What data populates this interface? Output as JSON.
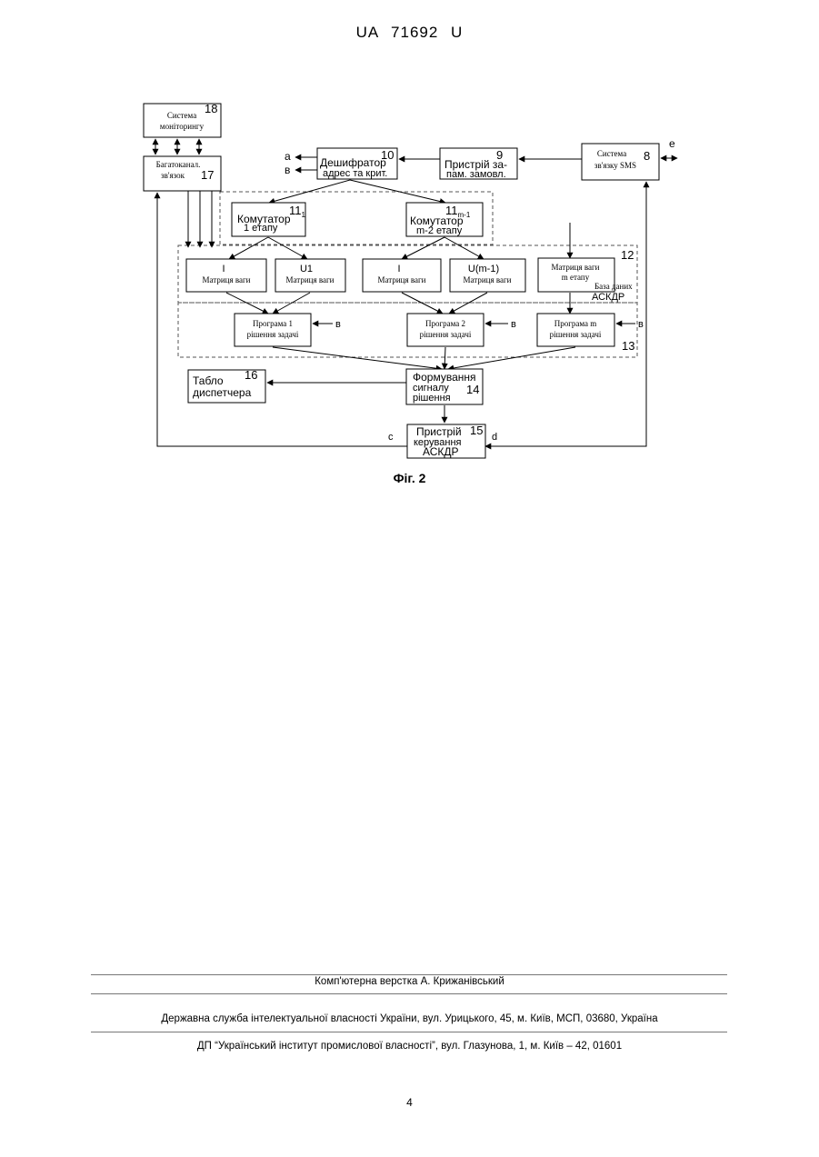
{
  "header": {
    "doc_number": "UA   71692   U"
  },
  "figure": {
    "caption": "Фіг. 2",
    "blocks": {
      "b18": {
        "num": "18",
        "line1": "Система",
        "line2": "моніторингу"
      },
      "b17": {
        "num": "17",
        "line1": "Багатоканал.",
        "line2": "зв'язок"
      },
      "b10": {
        "num": "10",
        "line1": "Дешифратор",
        "line2": "адрес та крит."
      },
      "b9": {
        "num": "9",
        "line1": "Пристрій за-",
        "line2": "пам. замовл."
      },
      "b8": {
        "num": "8",
        "line1": "Система",
        "line2": "зв'язку SMS"
      },
      "b11a": {
        "num": "11",
        "sub": "1",
        "line1": "Комутатор",
        "line2": "1 етапу"
      },
      "b11b": {
        "num": "11",
        "sub": "m-1",
        "line1": "Комутатор",
        "line2": "m-2 етапу"
      },
      "m1": {
        "top": "I",
        "bottom": "Матриця ваги"
      },
      "m2": {
        "top": "U1",
        "bottom": "Матриця ваги"
      },
      "m3": {
        "top": "I",
        "bottom": "Матриця ваги"
      },
      "m4": {
        "top": "U(m-1)",
        "bottom": "Матриця ваги"
      },
      "m5": {
        "line1": "Матриця ваги",
        "line2": "m етапу"
      },
      "b12": {
        "num": "12",
        "db_line1": "База даних",
        "db_line2": "АСКДР"
      },
      "p1": {
        "line1": "Програма 1",
        "line2": "рішення задачі"
      },
      "p2": {
        "line1": "Програма 2",
        "line2": "рішення задачі"
      },
      "pm": {
        "line1": "Програма m",
        "line2": "рішення задачі"
      },
      "b13": {
        "num": "13"
      },
      "b16": {
        "num": "16",
        "line1": "Табло",
        "line2": "диспетчера"
      },
      "b14": {
        "num": "14",
        "line1": "Формування",
        "line2": "сигналу",
        "line3": "рішення"
      },
      "b15": {
        "num": "15",
        "line1": "Пристрій",
        "line2": "керування",
        "line3": "АСКДР"
      }
    },
    "signals": {
      "a": "a",
      "v": "в",
      "e": "e",
      "c": "c",
      "d": "d"
    }
  },
  "footer": {
    "layout": "Комп'ютерна верстка А. Крижанівський",
    "agency": "Державна служба інтелектуальної власності України, вул. Урицького, 45, м. Київ, МСП, 03680, Україна",
    "institute": "ДП “Український інститут промислової власності”, вул. Глазунова, 1, м. Київ – 42, 01601"
  },
  "page_number": "4"
}
